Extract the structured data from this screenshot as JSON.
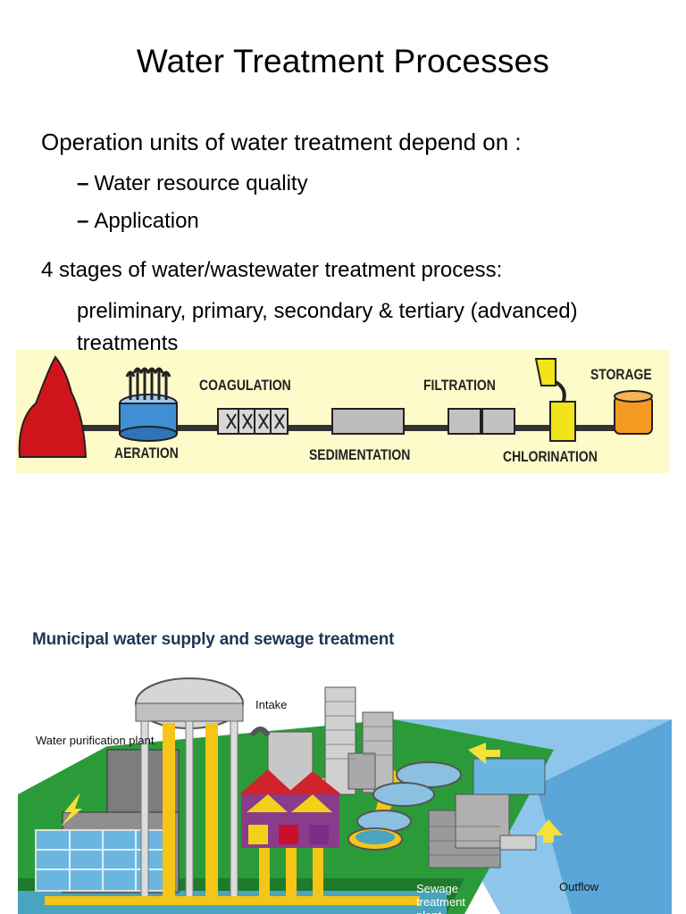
{
  "slide": {
    "title": "Water Treatment Processes",
    "bullet1": "Operation units of water treatment depend on :",
    "sub_dash": "–",
    "sub1": "Water resource quality",
    "sub2": "Application",
    "bullet2": "4 stages of water/wastewater treatment process:",
    "bullet2_cont": "preliminary, primary, secondary & tertiary (advanced) treatments"
  },
  "flow_diagram": {
    "labels": {
      "aeration": "AERATION",
      "coagulation": "COAGULATION",
      "sedimentation": "SEDIMENTATION",
      "filtration": "FILTRATION",
      "chlorination": "CHLORINATION",
      "storage": "STORAGE"
    },
    "colors": {
      "background": "#fdfbc9",
      "source": "#d0141b",
      "tank": "#bcbcbc",
      "storage": "#f59a23",
      "chlorine": "#f2e31a",
      "aeration": "#3f8fd6"
    }
  },
  "municipal": {
    "title": "Municipal water supply and sewage treatment",
    "labels": {
      "intake": "Intake",
      "water_plant": "Water purification plant",
      "outflow": "Outflow",
      "sewage": "Sewage treatment plant"
    }
  }
}
